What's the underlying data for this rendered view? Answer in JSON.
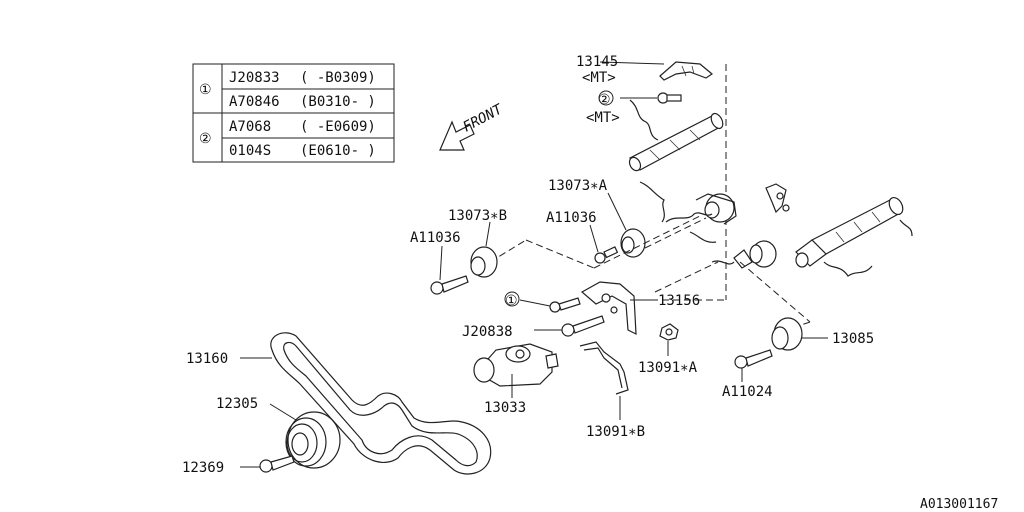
{
  "legend": {
    "rows": [
      {
        "symbol": "①",
        "code": "J20833",
        "range": "( -B0309)"
      },
      {
        "symbol": "",
        "code": "A70846",
        "range": "(B0310- )"
      },
      {
        "symbol": "②",
        "code": "A7068",
        "range": "( -E0609)"
      },
      {
        "symbol": "",
        "code": "0104S",
        "range": "(E0610- )"
      }
    ]
  },
  "front_label": "FRONT",
  "callouts": {
    "p13145": "13145",
    "mt1": "<MT>",
    "circle2": "②",
    "mt2": "<MT>",
    "p13073a": "13073∗A",
    "p13073b": "13073∗B",
    "a11036_left": "A11036",
    "a11036_mid": "A11036",
    "circle1": "①",
    "p13156": "13156",
    "j20838": "J20838",
    "p13091a": "13091∗A",
    "p13085": "13085",
    "a11024": "A11024",
    "p13160": "13160",
    "p13033": "13033",
    "p12305": "12305",
    "p13091b": "13091∗B",
    "p12369": "12369"
  },
  "diagram_id": "A013001167"
}
